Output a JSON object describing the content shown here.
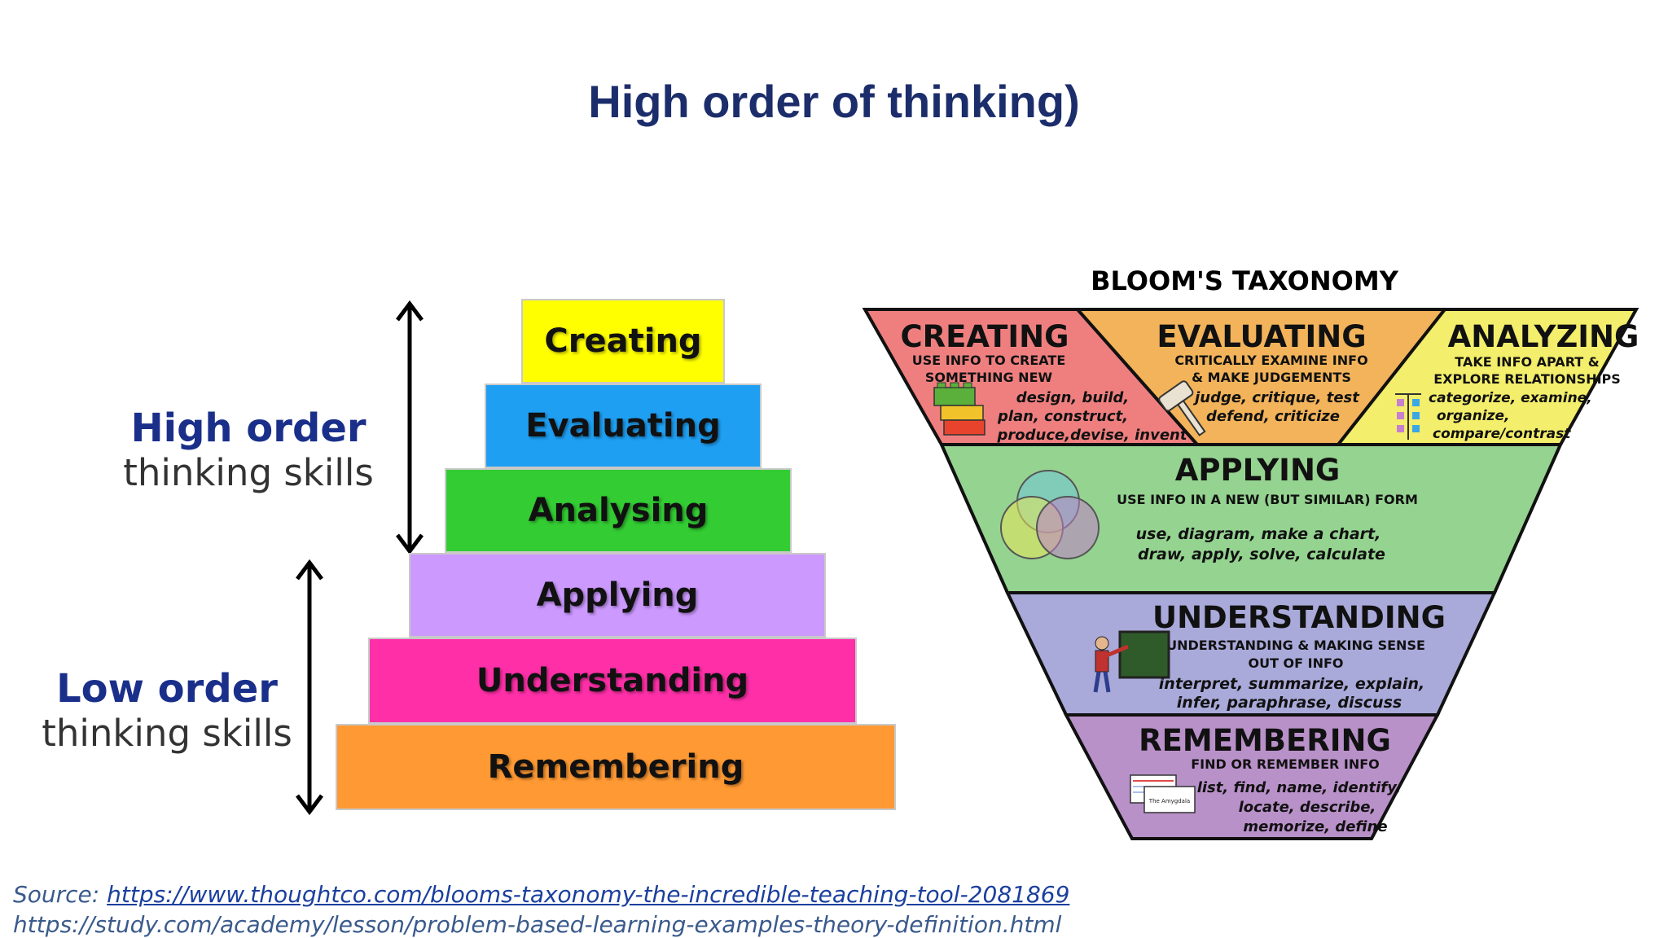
{
  "title": "High order of thinking)",
  "left": {
    "high_order": {
      "heading": "High order",
      "sub": "thinking skills"
    },
    "low_order": {
      "heading": "Low order",
      "sub": "thinking skills"
    },
    "levels": [
      {
        "label": "Creating",
        "color": "#ffff00"
      },
      {
        "label": "Evaluating",
        "color": "#1e9ff2"
      },
      {
        "label": "Analysing",
        "color": "#33cc33"
      },
      {
        "label": "Applying",
        "color": "#cc99ff"
      },
      {
        "label": "Understanding",
        "color": "#ff2fa8"
      },
      {
        "label": "Remembering",
        "color": "#ff9933"
      }
    ]
  },
  "right": {
    "title": "BLOOM'S TAXONOMY",
    "creating": {
      "name": "CREATING",
      "desc": [
        "USE INFO TO CREATE",
        "SOMETHING NEW"
      ],
      "examples": [
        "design, build,",
        "plan, construct,",
        "produce,devise, invent"
      ],
      "color": "#ef7f7f",
      "icon": "lego-blocks-icon"
    },
    "evaluating": {
      "name": "EVALUATING",
      "desc": [
        "CRITICALLY EXAMINE INFO",
        "& MAKE JUDGEMENTS"
      ],
      "examples": [
        "judge, critique, test",
        "defend, criticize"
      ],
      "color": "#f2b35a",
      "icon": "gavel-icon"
    },
    "analyzing": {
      "name": "ANALYZING",
      "desc": [
        "TAKE INFO APART &",
        "EXPLORE RELATIONSHIPS"
      ],
      "examples": [
        "categorize, examine,",
        "organize,",
        "compare/contrast"
      ],
      "color": "#f3ee6b",
      "icon": "chart-icon"
    },
    "applying": {
      "name": "APPLYING",
      "desc": "USE INFO IN A NEW (BUT SIMILAR) FORM",
      "examples": [
        "use, diagram, make a chart,",
        "draw, apply, solve, calculate"
      ],
      "color": "#95d390",
      "icon": "venn-diagram-icon"
    },
    "understanding": {
      "name": "UNDERSTANDING",
      "desc": [
        "UNDERSTANDING & MAKING SENSE",
        "OUT OF INFO"
      ],
      "examples": [
        "interpret, summarize, explain,",
        "infer, paraphrase, discuss"
      ],
      "color": "#a9a9da",
      "icon": "teacher-icon"
    },
    "remembering": {
      "name": "REMEMBERING",
      "desc": "FIND OR REMEMBER INFO",
      "examples": [
        "list, find, name, identify,",
        "locate, describe,",
        "memorize, define"
      ],
      "color": "#b991c9",
      "icon": "flashcards-icon",
      "card_text": "The Amygdala"
    }
  },
  "source": {
    "prefix": "Source:",
    "link1": "https://www.thoughtco.com/blooms-taxonomy-the-incredible-teaching-tool-2081869",
    "link2": "https://study.com/academy/lesson/problem-based-learning-examples-theory-definition.html"
  }
}
